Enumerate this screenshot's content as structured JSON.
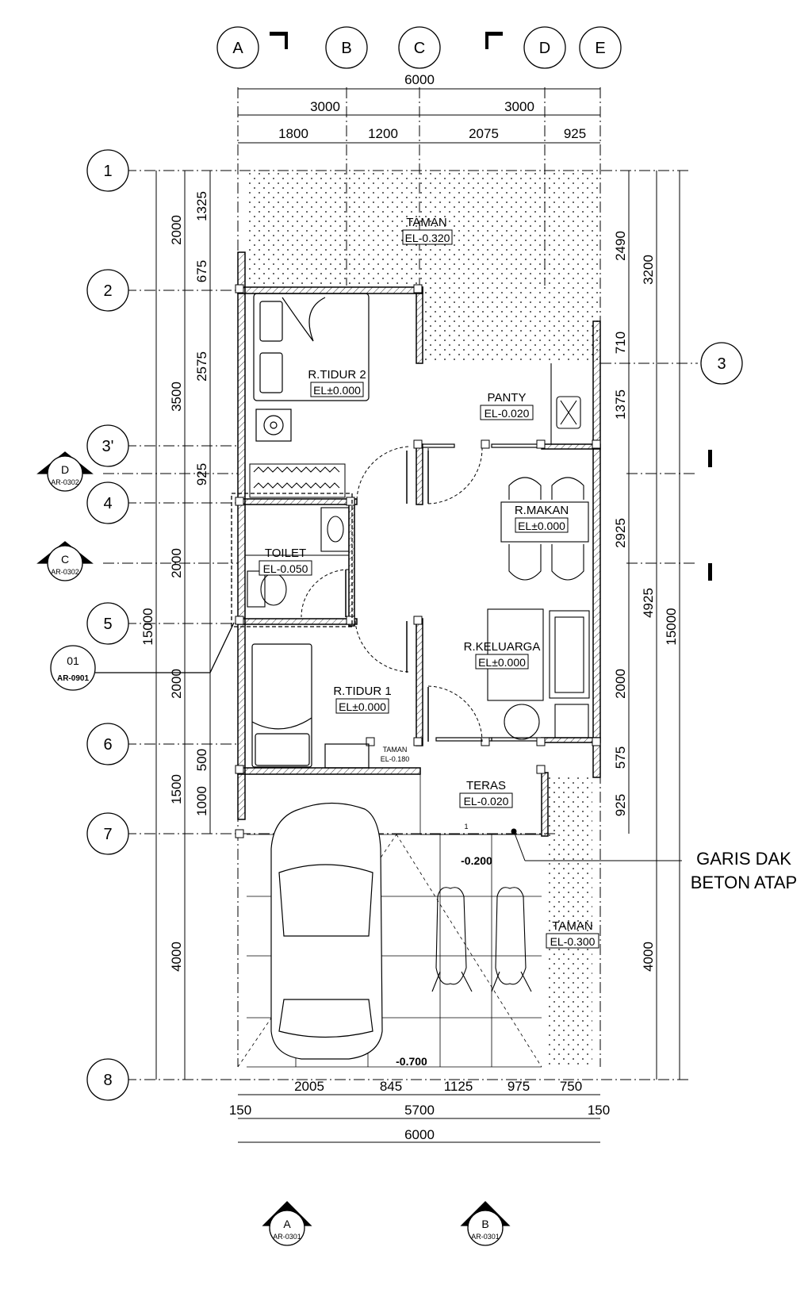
{
  "grid": {
    "columns": [
      "A",
      "B",
      "C",
      "D",
      "E"
    ],
    "rows": [
      "1",
      "2",
      "3'",
      "4",
      "5",
      "6",
      "7",
      "8"
    ],
    "extra_row": "3"
  },
  "dims_top": {
    "total": "6000",
    "halves": [
      "3000",
      "3000"
    ],
    "segments": [
      "1800",
      "1200",
      "2075",
      "925"
    ]
  },
  "dims_bottom": {
    "segments": [
      "2005",
      "845",
      "1125",
      "975",
      "750"
    ],
    "sub": [
      "150",
      "5700",
      "150"
    ],
    "total": "6000"
  },
  "dims_left": {
    "outer": "15000",
    "mid": [
      "2000",
      "3500",
      "2000",
      "2000",
      "1500",
      "4000"
    ],
    "inner": [
      "1325",
      "675",
      "2575",
      "925",
      "500",
      "1000"
    ]
  },
  "dims_right": {
    "outer": "15000",
    "mid": [
      "3200",
      "4925",
      "4000"
    ],
    "inner": [
      "2490",
      "710",
      "1375",
      "2925",
      "2000",
      "575",
      "925"
    ]
  },
  "rooms": {
    "taman_top": {
      "name": "TAMAN",
      "el": "EL-0.320"
    },
    "tidur2": {
      "name": "R.TIDUR 2",
      "el": "EL±0.000"
    },
    "panty": {
      "name": "PANTY",
      "el": "EL-0.020"
    },
    "makan": {
      "name": "R.MAKAN",
      "el": "EL±0.000"
    },
    "toilet": {
      "name": "TOILET",
      "el": "EL-0.050"
    },
    "keluarga": {
      "name": "R.KELUARGA",
      "el": "EL±0.000"
    },
    "tidur1": {
      "name": "R.TIDUR 1",
      "el": "EL±0.000"
    },
    "taman_small": {
      "name": "TAMAN",
      "el": "EL-0.180"
    },
    "teras": {
      "name": "TERAS",
      "el": "EL-0.020"
    },
    "taman_side": {
      "name": "TAMAN",
      "el": "EL-0.300"
    }
  },
  "levels": {
    "carport_top": "-0.200",
    "carport_bottom": "-0.700",
    "slope": "1"
  },
  "callout": {
    "line1": "GARIS DAK",
    "line2": "BETON ATAP"
  },
  "sections": [
    {
      "letter": "D",
      "sheet": "AR-0302"
    },
    {
      "letter": "C",
      "sheet": "AR-0302"
    },
    {
      "letter": "A",
      "sheet": "AR-0301"
    },
    {
      "letter": "B",
      "sheet": "AR-0301"
    }
  ],
  "detail": {
    "num": "01",
    "sheet": "AR-0901"
  },
  "colors": {
    "ink": "#000000",
    "wall": "#ffffff"
  }
}
